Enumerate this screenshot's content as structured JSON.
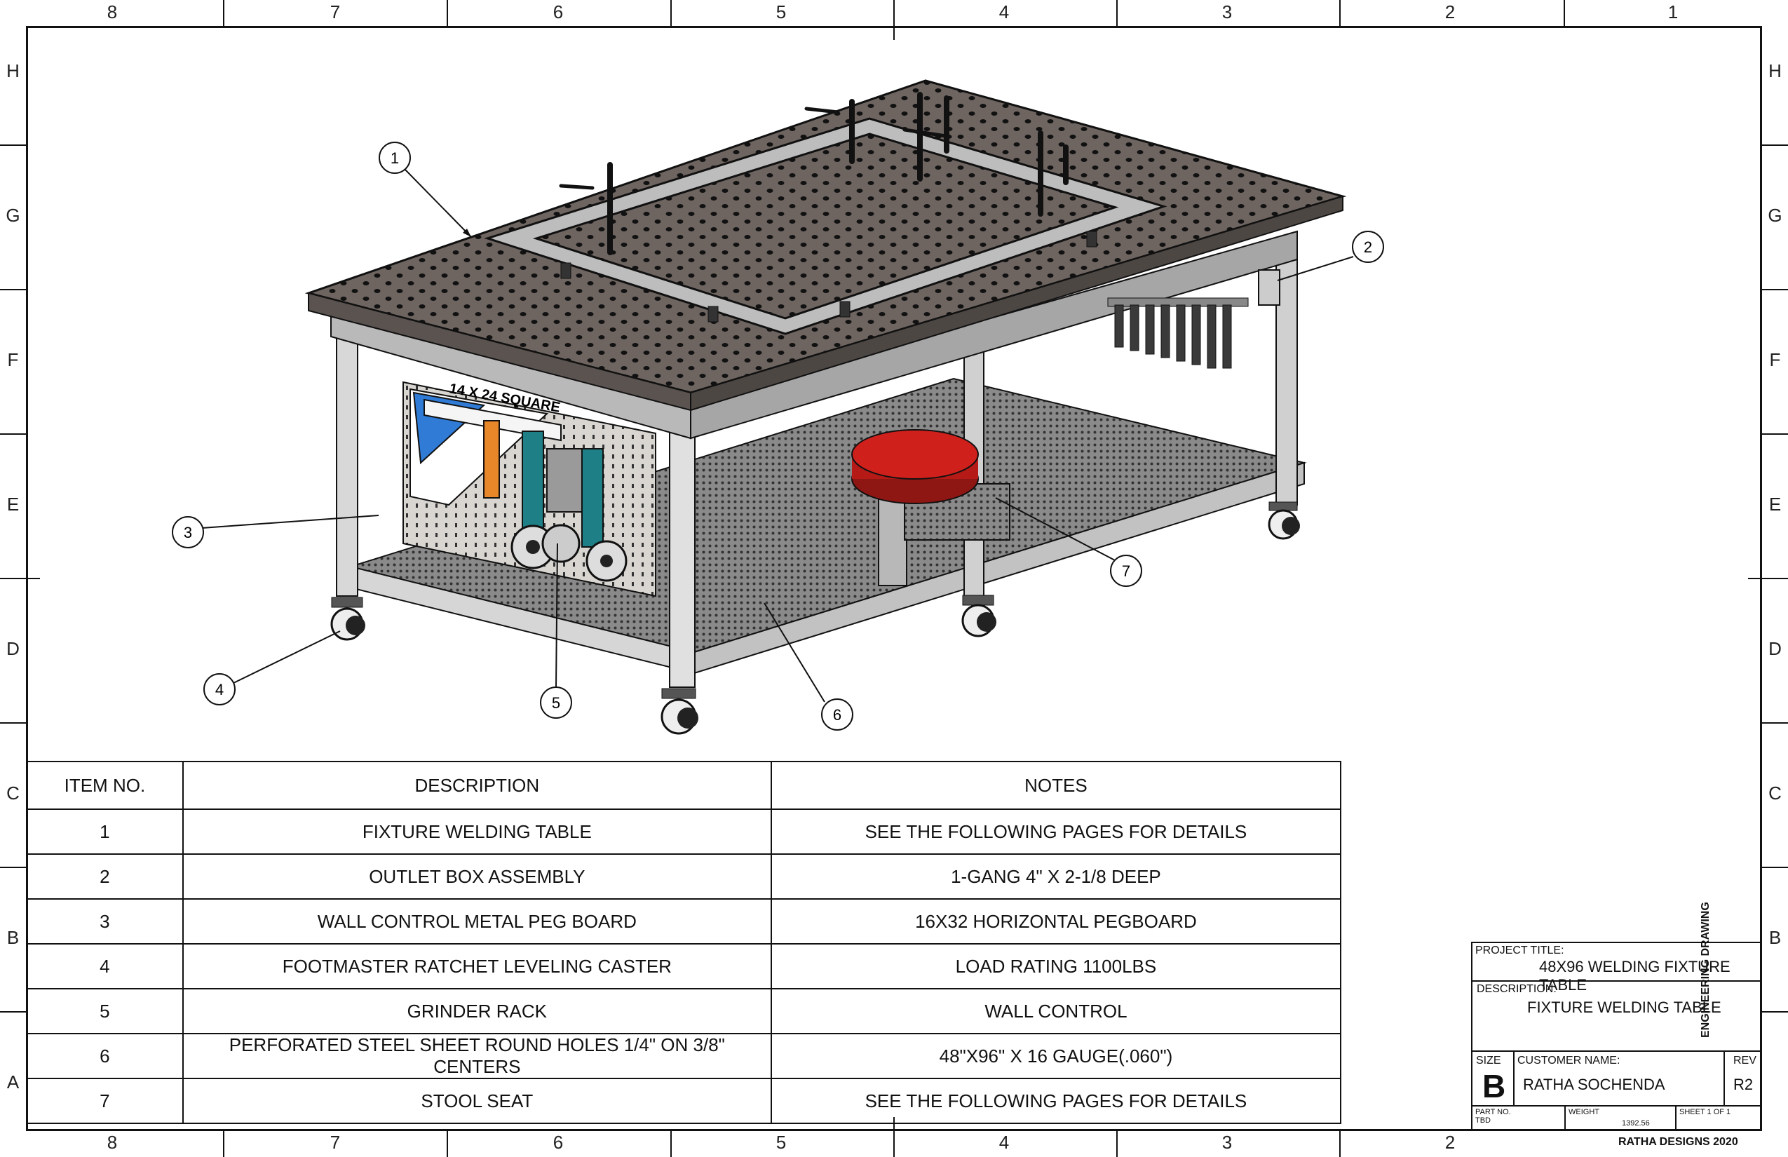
{
  "zones": {
    "columns": [
      "8",
      "7",
      "6",
      "5",
      "4",
      "3",
      "2",
      "1"
    ],
    "rows": [
      "H",
      "G",
      "F",
      "E",
      "D",
      "C",
      "B",
      "A"
    ]
  },
  "bom": {
    "headers": {
      "item": "ITEM NO.",
      "description": "DESCRIPTION",
      "notes": "NOTES"
    },
    "rows": [
      {
        "item": "1",
        "description": "FIXTURE WELDING TABLE",
        "notes": "SEE THE FOLLOWING PAGES FOR DETAILS"
      },
      {
        "item": "2",
        "description": "OUTLET BOX ASSEMBLY",
        "notes": "1-GANG 4\" X 2-1/8 DEEP"
      },
      {
        "item": "3",
        "description": "WALL CONTROL METAL PEG BOARD",
        "notes": "16X32 HORIZONTAL PEGBOARD"
      },
      {
        "item": "4",
        "description": "FOOTMASTER RATCHET LEVELING CASTER",
        "notes": "LOAD RATING 1100LBS"
      },
      {
        "item": "5",
        "description": "GRINDER RACK",
        "notes": "WALL CONTROL"
      },
      {
        "item": "6",
        "description": "PERFORATED STEEL SHEET ROUND HOLES 1/4\" ON 3/8\" CENTERS",
        "notes": "48\"X96\" X 16 GAUGE(.060\")"
      },
      {
        "item": "7",
        "description": "STOOL SEAT",
        "notes": "SEE THE FOLLOWING PAGES FOR DETAILS"
      }
    ]
  },
  "balloons": [
    "1",
    "2",
    "3",
    "4",
    "5",
    "6",
    "7"
  ],
  "drawing": {
    "pegboard_label": "14 X 24 SQUARE",
    "colors": {
      "table_top": "#6e6561",
      "frame": "#c9c9c9",
      "stool_seat": "#d0201c",
      "square_blue": "#2f7bd6",
      "grinder_teal": "#1f7f86",
      "hammer_orange": "#e8862a"
    }
  },
  "title_block": {
    "project_title_label": "PROJECT TITLE:",
    "project_title": "48X96 WELDING FIXTURE TABLE",
    "description_label": "DESCRIPTION:",
    "description": "FIXTURE WELDING TABLE",
    "size_label": "SIZE",
    "size": "B",
    "customer_label": "CUSTOMER NAME:",
    "customer": "RATHA SOCHENDA",
    "rev_label": "REV",
    "rev": "R2",
    "part_no_label": "PART NO.",
    "part_no": "TBD",
    "weight_label": "WEIGHT",
    "weight": "1392.56",
    "sheet": "SHEET 1 OF 1",
    "side_label": "ENGINEERING DRAWING",
    "company": "RATHA DESIGNS 2020"
  }
}
